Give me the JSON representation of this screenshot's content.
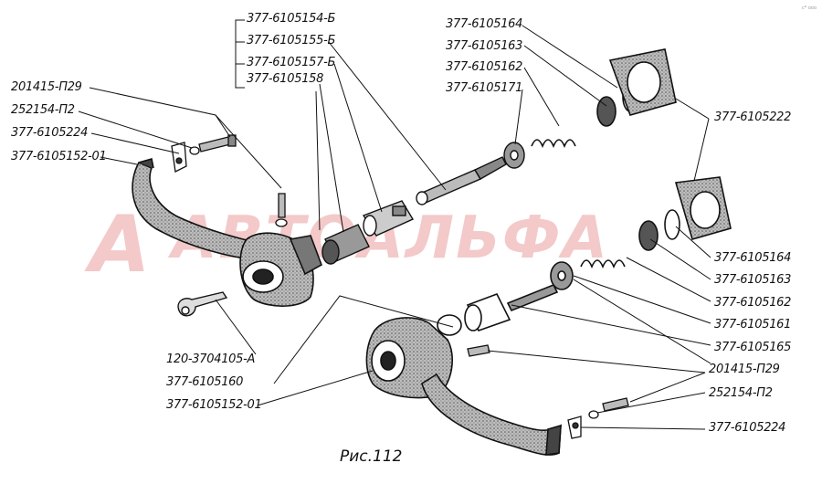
{
  "watermark": {
    "text": "АВТОАЛЬФА",
    "logo_letter": "A",
    "color": "#f3c9c9"
  },
  "figure": {
    "caption": "Рис.112",
    "corner_mark": "c* ooo"
  },
  "labels": {
    "group_top_1": "377-6105154-Б",
    "group_top_2": "377-6105155-Б",
    "group_top_3": "377-6105157-Б",
    "group_top_4": "377-6105158",
    "top_5164": "377-6105164",
    "top_5163": "377-6105163",
    "top_5162": "377-6105162",
    "top_5171": "377-6105171",
    "left_bolt": "201415-П29",
    "left_washer": "252154-П2",
    "left_cap": "377-6105224",
    "left_handle": "377-6105152-01",
    "right_gasket": "377-6105222",
    "right_5164": "377-6105164",
    "right_5163": "377-6105163",
    "right_5162": "377-6105162",
    "right_5161": "377-6105161",
    "right_5165": "377-6105165",
    "right_bolt": "201415-П29",
    "right_washer": "252154-П2",
    "right_cap": "377-6105224",
    "key": "120-3704105-А",
    "bottom_5160": "377-6105160",
    "bottom_handle": "377-6105152-01"
  }
}
